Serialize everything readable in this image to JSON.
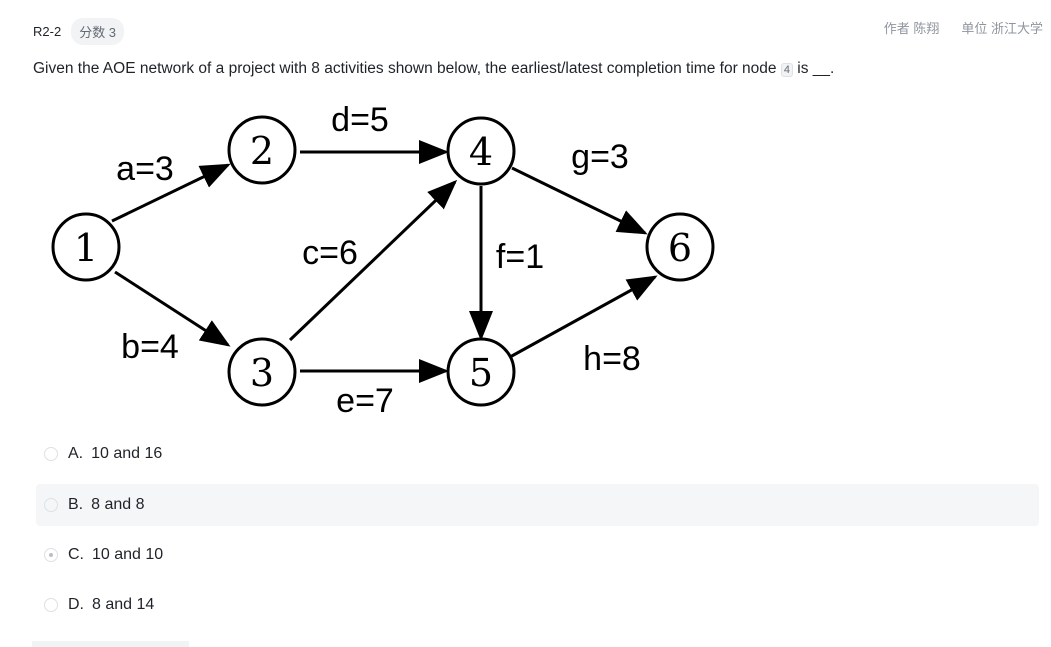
{
  "header": {
    "id": "R2-2",
    "score": "分数 3",
    "author": "作者 陈翔",
    "unit": "单位 浙江大学"
  },
  "question": {
    "text_before": "Given the AOE network of a project with 8 activities shown below, the earliest/latest completion time for node ",
    "node_code": "4",
    "text_after": " is __."
  },
  "diagram": {
    "nodes": [
      "1",
      "2",
      "3",
      "4",
      "5",
      "6"
    ],
    "edges": {
      "a": "a=3",
      "b": "b=4",
      "c": "c=6",
      "d": "d=5",
      "e": "e=7",
      "f": "f=1",
      "g": "g=3",
      "h": "h=8"
    }
  },
  "options": [
    {
      "letter": "A.",
      "text": "10 and 16",
      "selected": false
    },
    {
      "letter": "B.",
      "text": "8 and 8",
      "selected": false
    },
    {
      "letter": "C.",
      "text": "10 and 10",
      "selected": true
    },
    {
      "letter": "D.",
      "text": "8 and 14",
      "selected": false
    }
  ]
}
